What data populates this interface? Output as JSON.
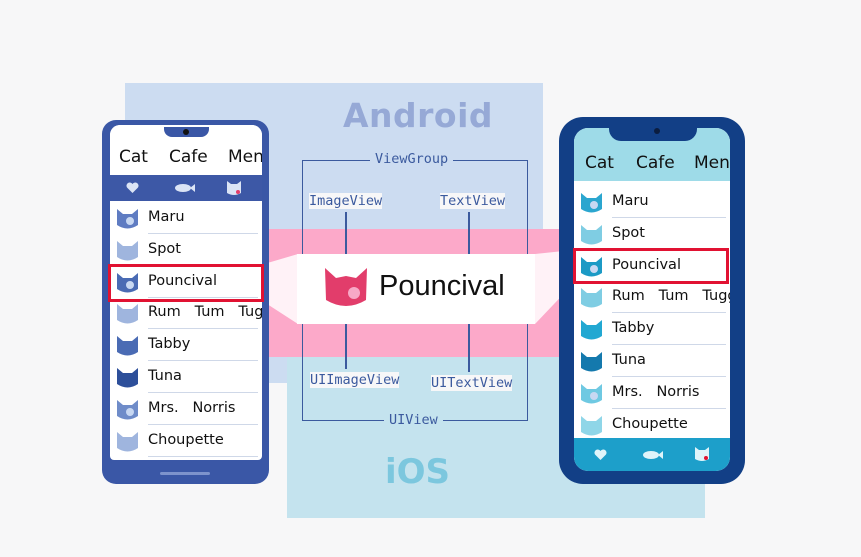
{
  "platforms": {
    "android": "Android",
    "ios": "iOS"
  },
  "android_views": {
    "container": "ViewGroup",
    "image": "ImageView",
    "text": "TextView"
  },
  "ios_views": {
    "container": "UIView",
    "image": "UIImageView",
    "text": "UITextView"
  },
  "center_card": {
    "name": "Pouncival",
    "icon": "cat-head-icon"
  },
  "app": {
    "title_words": [
      "Cat",
      "Cafe",
      "Menu"
    ]
  },
  "android_list": [
    "Maru",
    "Spot",
    "Pouncival",
    "Rum   Tum   Tugger",
    "Tabby",
    "Tuna",
    "Mrs.   Norris",
    "Choupette"
  ],
  "ios_list": [
    "Maru",
    "Spot",
    "Pouncival",
    "Rum   Tum   Tugger",
    "Tabby",
    "Tuna",
    "Mrs.   Norris",
    "Choupette"
  ],
  "tab_icons": [
    "heart-icon",
    "fish-icon",
    "cat-icon"
  ],
  "selected_item": "Pouncival",
  "colors": {
    "android_panel": "#ccdcf1",
    "ios_panel": "#c4e3ee",
    "band": "#fca9c9",
    "android_phone": "#3a57a6",
    "ios_phone": "#123f86",
    "highlight": "#e11232",
    "card_icon": "#e23d6b"
  }
}
